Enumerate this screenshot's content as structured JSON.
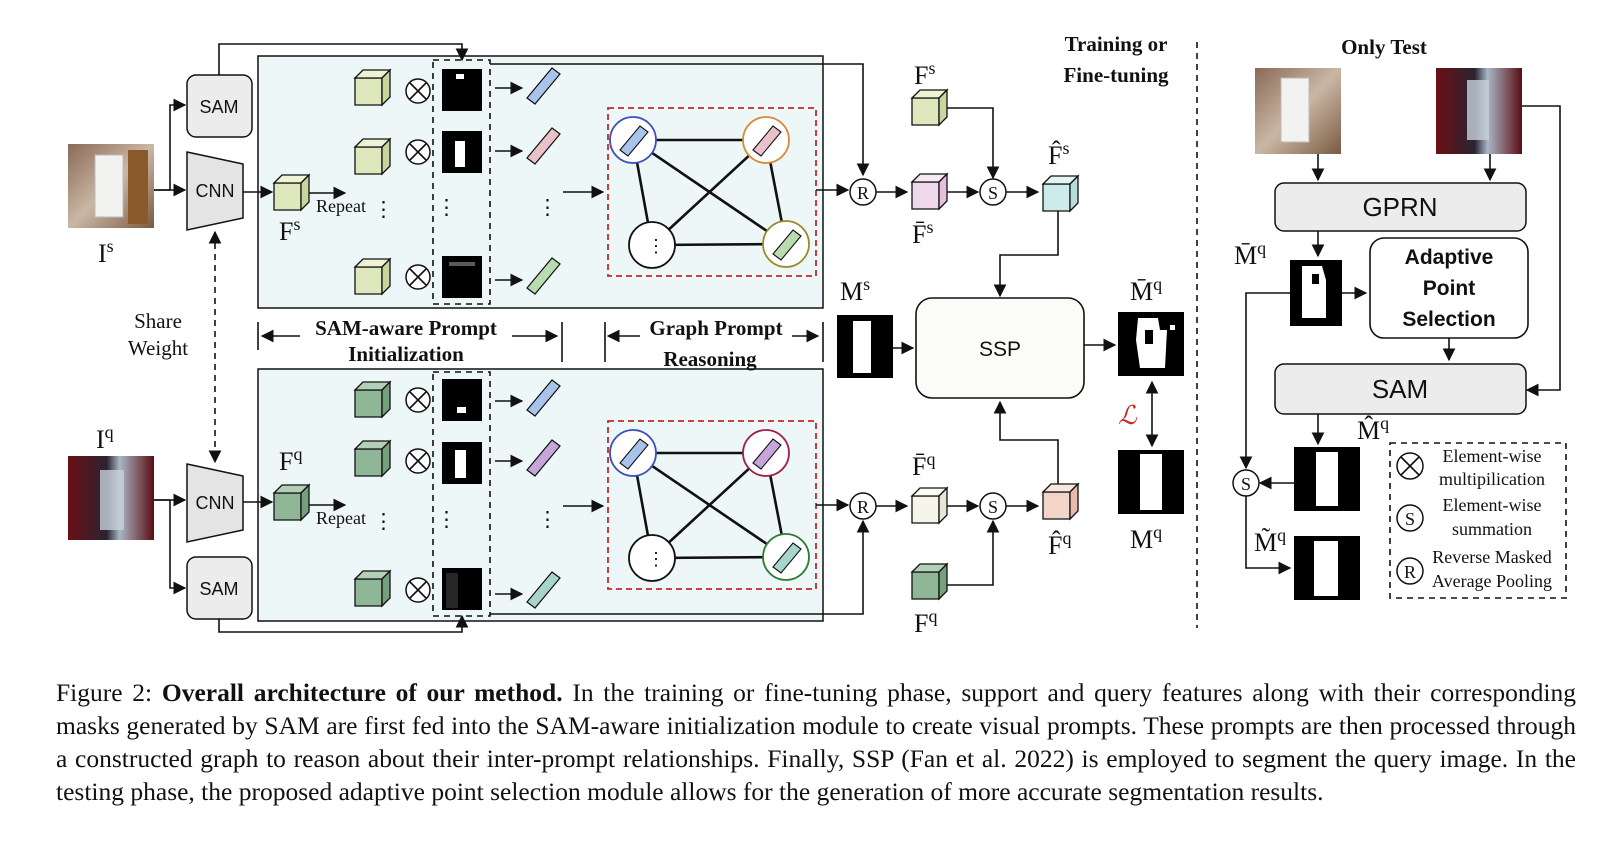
{
  "labels": {
    "sam": "SAM",
    "cnn": "CNN",
    "repeat": "Repeat",
    "share_weight_1": "Share",
    "share_weight_2": "Weight",
    "is": "I",
    "is_sup": "s",
    "iq": "I",
    "iq_sup": "q",
    "fs": "F",
    "fs_sup": "s",
    "fq": "F",
    "fq_sup": "q",
    "ms": "M",
    "ms_sup": "s",
    "mq": "M",
    "mq_sup": "q",
    "mbar_q": "M̄",
    "mhat_q": "M̂",
    "mtilde_q": "M̃",
    "fbar": "F̄",
    "fhat": "F̂",
    "ssp": "SSP",
    "loss": "ℒ",
    "r": "R",
    "s": "S",
    "dots": "⋮",
    "sam_aware_1": "SAM-aware Prompt",
    "sam_aware_2": "Initialization",
    "graph_prompt_1": "Graph Prompt",
    "graph_prompt_2": "Reasoning",
    "training_1": "Training or",
    "training_2": "Fine-tuning",
    "only_test": "Only Test",
    "gprn": "GPRN",
    "aps_1": "Adaptive",
    "aps_2": "Point",
    "aps_3": "Selection",
    "legend_mult_1": "Element-wise",
    "legend_mult_2": "multipilication",
    "legend_sum_1": "Element-wise",
    "legend_sum_2": "summation",
    "legend_r_1": "Reverse Masked",
    "legend_r_2": "Average Pooling"
  },
  "caption": {
    "prefix": "Figure 2: ",
    "bold": "Overall architecture of our method.",
    "text": " In the training or fine-tuning phase, support and query features along with their corresponding masks generated by SAM are first fed into the SAM-aware initialization module to create visual prompts. These prompts are then processed through a constructed graph to reason about their inter-prompt relationships. Finally, SSP (Fan et al. 2022) is employed to segment the query image. In the testing phase, the proposed adaptive point selection module allows for the generation of more accurate segmentation results."
  },
  "colors": {
    "support_cube": "#dfe8bd",
    "query_cube": "#8fb797",
    "panel": "#eef7f7",
    "graph_bg": "#e9eeee",
    "red": "#c62828",
    "box_gray": "#ececec"
  }
}
